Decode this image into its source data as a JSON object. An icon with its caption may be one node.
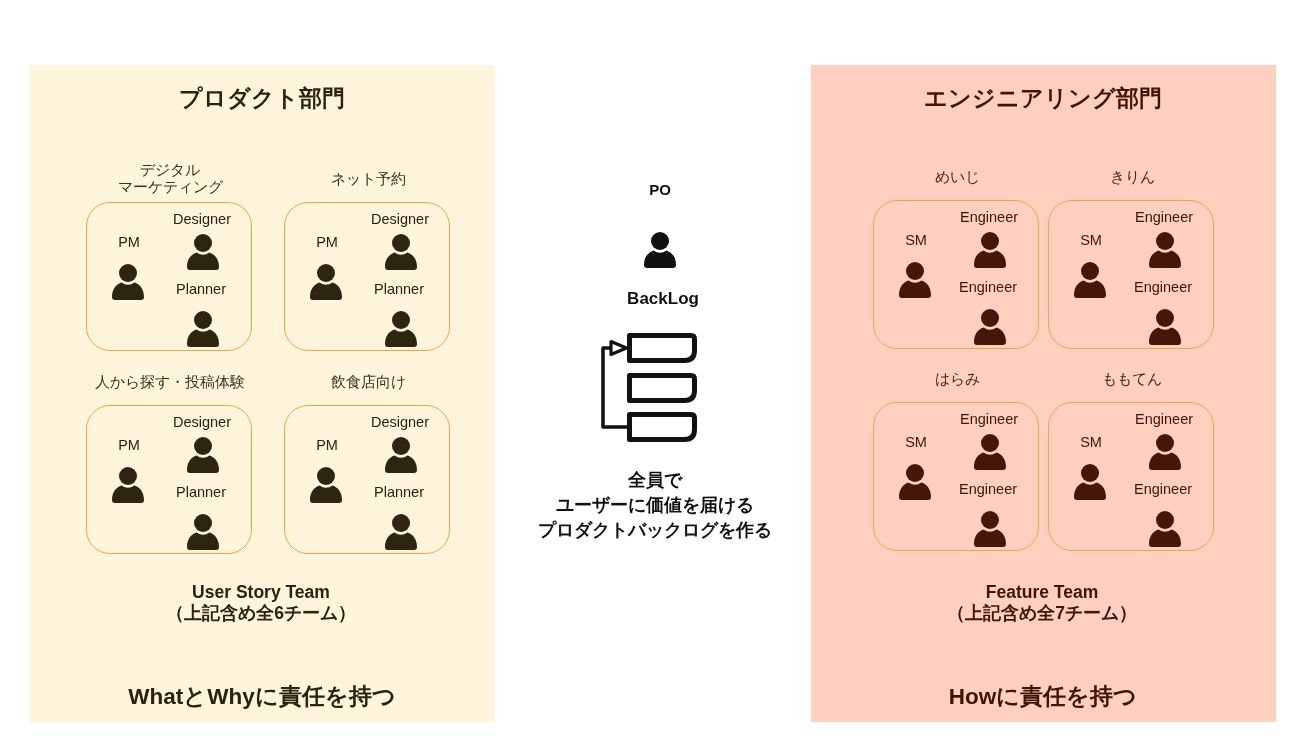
{
  "diagram": {
    "nodes": [
      {
        "text": [
          "プロダクト部門",
          "User Story Team （上記含め全6チーム）",
          "WhatとWhyに責任を持つ"
        ]
      },
      {
        "text": [
          "デジタルマーケティング",
          "PM",
          "Designer",
          "Planner"
        ],
        "in": 0
      },
      {
        "text": [
          "ネット予約",
          "PM",
          "Designer",
          "Planner"
        ],
        "in": 0
      },
      {
        "text": [
          "人から探す・投稿体験",
          "PM",
          "Designer",
          "Planner"
        ],
        "in": 0
      },
      {
        "text": [
          "飲食店向け",
          "PM",
          "Designer",
          "Planner"
        ],
        "in": 0
      },
      {
        "text": [
          "エンジニアリング部門",
          "Feature Team （上記含め全7チーム）",
          "Howに責任を持つ"
        ]
      },
      {
        "text": [
          "めいじ",
          "SM",
          "Engineer",
          "Engineer"
        ],
        "in": 5
      },
      {
        "text": [
          "きりん",
          "SM",
          "Engineer",
          "Engineer"
        ],
        "in": 5
      },
      {
        "text": [
          "はらみ",
          "SM",
          "Engineer",
          "Engineer"
        ],
        "in": 5
      },
      {
        "text": [
          "ももてん",
          "SM",
          "Engineer",
          "Engineer"
        ],
        "in": 5
      }
    ],
    "labels": [
      "PO",
      "BackLog",
      "全員でユーザーに価値を届けるプロダクトバックログを作る"
    ]
  }
}
